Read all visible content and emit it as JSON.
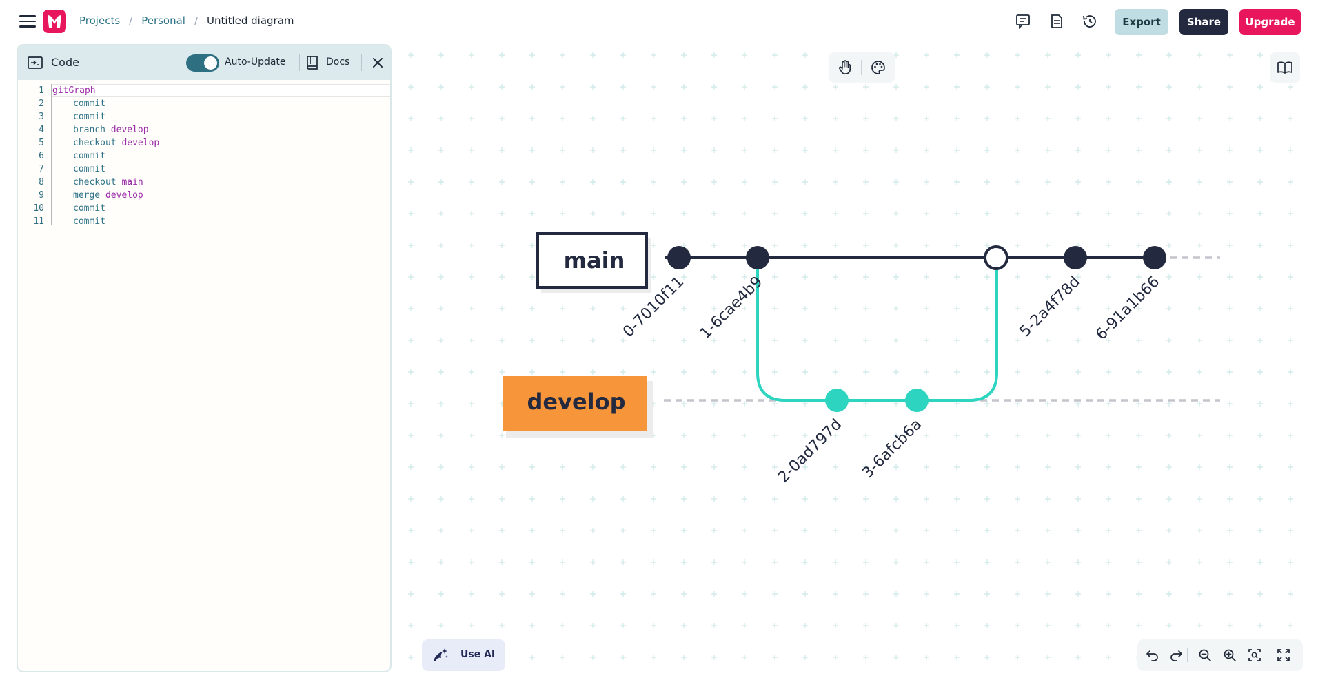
{
  "header": {
    "breadcrumb": [
      "Projects",
      "Personal",
      "Untitled diagram"
    ],
    "buttons": {
      "export": "Export",
      "share": "Share",
      "upgrade": "Upgrade"
    },
    "icons": [
      "menu-icon",
      "comment-icon",
      "document-icon",
      "history-icon"
    ]
  },
  "code_panel": {
    "title": "Code",
    "auto_update_label": "Auto-Update",
    "auto_update_on": true,
    "docs_label": "Docs",
    "lines": [
      {
        "n": "1",
        "text": "gitGraph"
      },
      {
        "n": "2",
        "text": "commit"
      },
      {
        "n": "3",
        "text": "commit"
      },
      {
        "n": "4",
        "text": "branch develop"
      },
      {
        "n": "5",
        "text": "checkout develop"
      },
      {
        "n": "6",
        "text": "commit"
      },
      {
        "n": "7",
        "text": "commit"
      },
      {
        "n": "8",
        "text": "checkout main"
      },
      {
        "n": "9",
        "text": "merge develop"
      },
      {
        "n": "10",
        "text": "commit"
      },
      {
        "n": "11",
        "text": "commit"
      }
    ]
  },
  "diagram": {
    "branches": [
      {
        "name": "main",
        "color": "#232a40",
        "label_bg": "#ffffff"
      },
      {
        "name": "develop",
        "color": "#2dd4bf",
        "label_bg": "#f7953a"
      }
    ],
    "commits": [
      {
        "id": "0-7010f11",
        "branch": "main"
      },
      {
        "id": "1-6cae4b9",
        "branch": "main"
      },
      {
        "id": "2-0ad797d",
        "branch": "develop"
      },
      {
        "id": "3-6afcb6a",
        "branch": "develop"
      },
      {
        "id": "merge",
        "branch": "main",
        "type": "merge"
      },
      {
        "id": "5-2a4f78d",
        "branch": "main"
      },
      {
        "id": "6-91a1b66",
        "branch": "main"
      }
    ]
  },
  "canvas": {
    "ai_button": "Use AI",
    "zoom_icons": [
      "undo-icon",
      "redo-icon",
      "zoom-out-icon",
      "zoom-in-icon",
      "fit-view-icon",
      "fullscreen-icon"
    ]
  },
  "colors": {
    "brand": "#e8175d",
    "navy": "#232a40",
    "teal": "#2dd4bf",
    "develop_label": "#f7953a"
  }
}
